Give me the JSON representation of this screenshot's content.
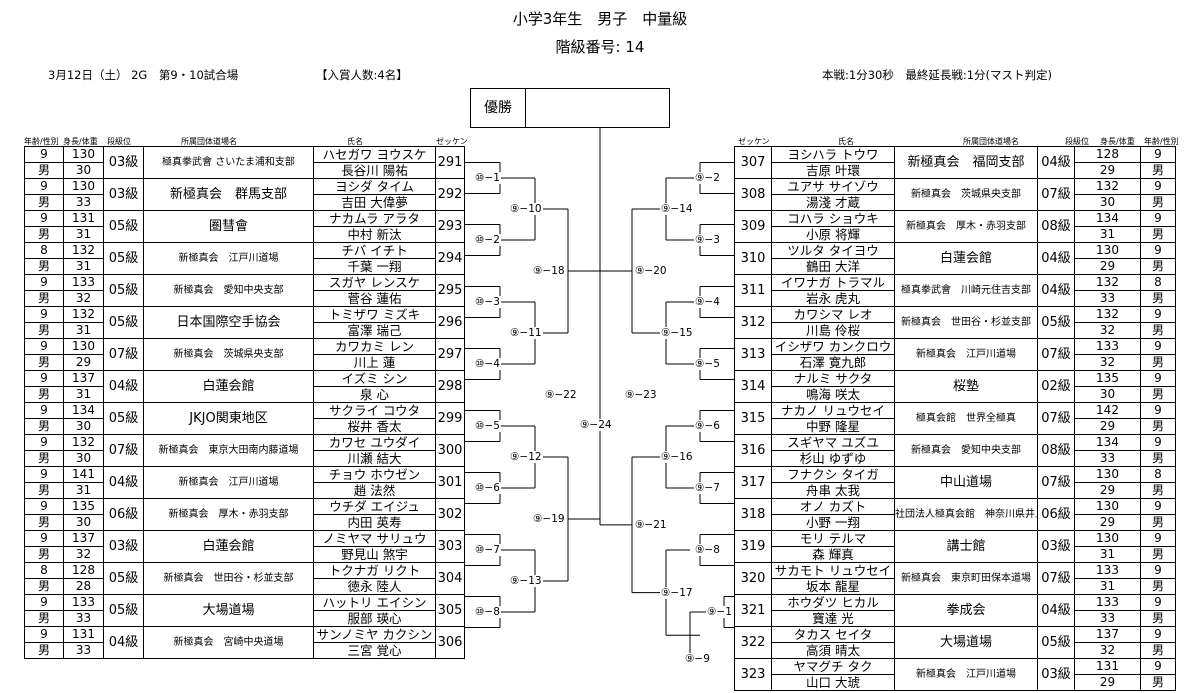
{
  "title": "小学3年生　男子　中量級",
  "class_no": "階級番号:  14",
  "date_venue": "3月12日（土）  2G　第9・10試合場",
  "prize": "【入賞人数:4名】",
  "rules": "本戦:1分30秒　最終延長戦:1分(マスト判定)",
  "champion_label": "優勝",
  "col_headers": {
    "age_sex": "年齢/性別",
    "height_weight": "身長/体重",
    "grade": "段級位",
    "org": "所属団体道場名",
    "name": "氏名",
    "zekken": "ゼッケン"
  },
  "left_players": [
    {
      "age": "9",
      "sex": "男",
      "height": "130",
      "weight": "30",
      "grade": "03級",
      "org": "極真拳武會 さいたま浦和支部",
      "kana": "ハセガワ ヨウスケ",
      "name": "長谷川 陽祐",
      "zekken": "291"
    },
    {
      "age": "9",
      "sex": "男",
      "height": "130",
      "weight": "33",
      "grade": "03級",
      "org": "新極真会　群馬支部",
      "kana": "ヨシダ タイム",
      "name": "吉田 大偉夢",
      "zekken": "292"
    },
    {
      "age": "9",
      "sex": "男",
      "height": "131",
      "weight": "31",
      "grade": "05級",
      "org": "圏彗會",
      "kana": "ナカムラ アラタ",
      "name": "中村 新汰",
      "zekken": "293"
    },
    {
      "age": "8",
      "sex": "男",
      "height": "132",
      "weight": "31",
      "grade": "05級",
      "org": "新極真会　江戸川道場",
      "kana": "チバ イチト",
      "name": "千葉 一翔",
      "zekken": "294"
    },
    {
      "age": "9",
      "sex": "男",
      "height": "133",
      "weight": "32",
      "grade": "05級",
      "org": "新極真会　愛知中央支部",
      "kana": "スガヤ レンスケ",
      "name": "菅谷 蓮佑",
      "zekken": "295"
    },
    {
      "age": "9",
      "sex": "男",
      "height": "132",
      "weight": "31",
      "grade": "05級",
      "org": "日本国際空手協会",
      "kana": "トミザワ ミズキ",
      "name": "富澤 瑞己",
      "zekken": "296"
    },
    {
      "age": "9",
      "sex": "男",
      "height": "130",
      "weight": "29",
      "grade": "07級",
      "org": "新極真会　茨城県央支部",
      "kana": "カワカミ レン",
      "name": "川上 蓮",
      "zekken": "297"
    },
    {
      "age": "9",
      "sex": "男",
      "height": "137",
      "weight": "31",
      "grade": "04級",
      "org": "白蓮会館",
      "kana": "イズミ シン",
      "name": "泉 心",
      "zekken": "298"
    },
    {
      "age": "9",
      "sex": "男",
      "height": "134",
      "weight": "30",
      "grade": "05級",
      "org": "JKJO関東地区",
      "kana": "サクライ コウタ",
      "name": "桜井 香太",
      "zekken": "299"
    },
    {
      "age": "9",
      "sex": "男",
      "height": "132",
      "weight": "30",
      "grade": "07級",
      "org": "新極真会　東京大田南内藤道場",
      "kana": "カワセ ユウダイ",
      "name": "川瀬 結大",
      "zekken": "300"
    },
    {
      "age": "9",
      "sex": "男",
      "height": "141",
      "weight": "31",
      "grade": "04級",
      "org": "新極真会　江戸川道場",
      "kana": "チョウ ホウゼン",
      "name": "趙 法然",
      "zekken": "301"
    },
    {
      "age": "9",
      "sex": "男",
      "height": "135",
      "weight": "30",
      "grade": "06級",
      "org": "新極真会　厚木・赤羽支部",
      "kana": "ウチダ エイジュ",
      "name": "内田 英寿",
      "zekken": "302"
    },
    {
      "age": "9",
      "sex": "男",
      "height": "137",
      "weight": "32",
      "grade": "03級",
      "org": "白蓮会館",
      "kana": "ノミヤマ サリュウ",
      "name": "野見山 煞宇",
      "zekken": "303"
    },
    {
      "age": "8",
      "sex": "男",
      "height": "128",
      "weight": "28",
      "grade": "05級",
      "org": "新極真会　世田谷・杉並支部",
      "kana": "トクナガ リクト",
      "name": "徳永 陸人",
      "zekken": "304"
    },
    {
      "age": "9",
      "sex": "男",
      "height": "133",
      "weight": "33",
      "grade": "05級",
      "org": "大場道場",
      "kana": "ハットリ エイシン",
      "name": "服部 瑛心",
      "zekken": "305"
    },
    {
      "age": "9",
      "sex": "男",
      "height": "131",
      "weight": "33",
      "grade": "04級",
      "org": "新極真会　宮崎中央道場",
      "kana": "サンノミヤ カクシン",
      "name": "三宮 覚心",
      "zekken": "306"
    }
  ],
  "right_players": [
    {
      "zekken": "307",
      "kana": "ヨシハラ トウワ",
      "name": "吉原 叶環",
      "org": "新極真会　福岡支部",
      "grade": "04級",
      "height": "128",
      "weight": "29",
      "age": "9",
      "sex": "男"
    },
    {
      "zekken": "308",
      "kana": "ユアサ サイゾウ",
      "name": "湯淺 才蔵",
      "org": "新極真会　茨城県央支部",
      "grade": "07級",
      "height": "132",
      "weight": "30",
      "age": "9",
      "sex": "男"
    },
    {
      "zekken": "309",
      "kana": "コハラ ショウキ",
      "name": "小原 将輝",
      "org": "新極真会　厚木・赤羽支部",
      "grade": "08級",
      "height": "134",
      "weight": "31",
      "age": "9",
      "sex": "男"
    },
    {
      "zekken": "310",
      "kana": "ツルタ タイヨウ",
      "name": "鶴田 大洋",
      "org": "白蓮会館",
      "grade": "04級",
      "height": "130",
      "weight": "29",
      "age": "9",
      "sex": "男"
    },
    {
      "zekken": "311",
      "kana": "イワナガ トラマル",
      "name": "岩永 虎丸",
      "org": "極真拳武會　川崎元住吉支部",
      "grade": "04級",
      "height": "132",
      "weight": "33",
      "age": "8",
      "sex": "男"
    },
    {
      "zekken": "312",
      "kana": "カワシマ レオ",
      "name": "川島 伶桜",
      "org": "新極真会　世田谷・杉並支部",
      "grade": "05級",
      "height": "132",
      "weight": "32",
      "age": "9",
      "sex": "男"
    },
    {
      "zekken": "313",
      "kana": "イシザワ カンクロウ",
      "name": "石澤 寛九郎",
      "org": "新極真会　江戸川道場",
      "grade": "07級",
      "height": "133",
      "weight": "32",
      "age": "9",
      "sex": "男"
    },
    {
      "zekken": "314",
      "kana": "ナルミ サクタ",
      "name": "鳴海 咲太",
      "org": "桜塾",
      "grade": "02級",
      "height": "135",
      "weight": "30",
      "age": "9",
      "sex": "男"
    },
    {
      "zekken": "315",
      "kana": "ナカノ リュウセイ",
      "name": "中野 隆星",
      "org": "極真会館　世界全極真",
      "grade": "07級",
      "height": "142",
      "weight": "29",
      "age": "9",
      "sex": "男"
    },
    {
      "zekken": "316",
      "kana": "スギヤマ ユズユ",
      "name": "杉山 ゆずゆ",
      "org": "新極真会　愛知中央支部",
      "grade": "08級",
      "height": "134",
      "weight": "33",
      "age": "9",
      "sex": "男"
    },
    {
      "zekken": "317",
      "kana": "フナクシ タイガ",
      "name": "舟串 太我",
      "org": "中山道場",
      "grade": "07級",
      "height": "130",
      "weight": "29",
      "age": "8",
      "sex": "男"
    },
    {
      "zekken": "318",
      "kana": "オノ カズト",
      "name": "小野 一翔",
      "org": "社団法人極真会館　神奈川県井上道場",
      "grade": "06級",
      "height": "130",
      "weight": "29",
      "age": "9",
      "sex": "男"
    },
    {
      "zekken": "319",
      "kana": "モリ テルマ",
      "name": "森 輝真",
      "org": "講士館",
      "grade": "03級",
      "height": "130",
      "weight": "31",
      "age": "9",
      "sex": "男"
    },
    {
      "zekken": "320",
      "kana": "サカモト リュウセイ",
      "name": "坂本 龍星",
      "org": "新極真会　東京町田保本道場",
      "grade": "07級",
      "height": "133",
      "weight": "31",
      "age": "9",
      "sex": "男"
    },
    {
      "zekken": "321",
      "kana": "ホウダツ ヒカル",
      "name": "寶達 光",
      "org": "拳成会",
      "grade": "04級",
      "height": "133",
      "weight": "33",
      "age": "9",
      "sex": "男"
    },
    {
      "zekken": "322",
      "kana": "タカス セイタ",
      "name": "高須 晴太",
      "org": "大場道場",
      "grade": "05級",
      "height": "137",
      "weight": "32",
      "age": "9",
      "sex": "男"
    },
    {
      "zekken": "323",
      "kana": "ヤマグチ タク",
      "name": "山口 大琥",
      "org": "新極真会　江戸川道場",
      "grade": "03級",
      "height": "131",
      "weight": "29",
      "age": "9",
      "sex": "男"
    }
  ],
  "match_labels": {
    "m10_1": "⑩−1",
    "m10_2": "⑩−2",
    "m10_3": "⑩−3",
    "m10_4": "⑩−4",
    "m10_5": "⑩−5",
    "m10_6": "⑩−6",
    "m10_7": "⑩−7",
    "m10_8": "⑩−8",
    "m9_10": "⑨−10",
    "m9_11": "⑨−11",
    "m9_12": "⑨−12",
    "m9_13": "⑨−13",
    "m9_18": "⑨−18",
    "m9_19": "⑨−19",
    "m9_22": "⑨−22",
    "m9_1": "⑨−1",
    "m9_2": "⑨−2",
    "m9_3": "⑨−3",
    "m9_4": "⑨−4",
    "m9_5": "⑨−5",
    "m9_6": "⑨−6",
    "m9_7": "⑨−7",
    "m9_8": "⑨−8",
    "m9_9": "⑨−9",
    "m9_14": "⑨−14",
    "m9_15": "⑨−15",
    "m9_16": "⑨−16",
    "m9_17": "⑨−17",
    "m9_20": "⑨−20",
    "m9_21": "⑨−21",
    "m9_23": "⑨−23",
    "m9_24": "⑨−24"
  }
}
